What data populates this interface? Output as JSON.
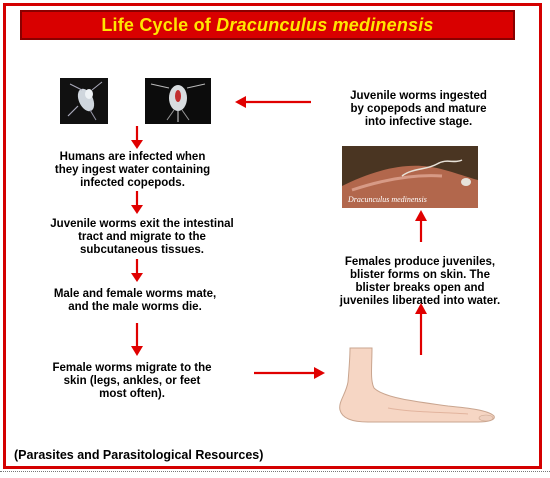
{
  "title": {
    "prefix": "Life Cycle of ",
    "species": "Dracunculus medinensis"
  },
  "steps": {
    "step1": "Humans are infected when\nthey ingest water containing\ninfected copepods.",
    "step2": "Juvenile worms exit the intestinal\ntract and migrate to the\nsubcutaneous tissues.",
    "step3": "Male and female worms mate,\nand the male worms die.",
    "step4": "Female worms migrate to the\nskin (legs, ankles, or feet\nmost often).",
    "step5": "Females produce juveniles,\nblister forms on skin.  The\nblister breaks open and\njuveniles liberated into water.",
    "step6": "Juvenile worms ingested\nby copepods and mature\ninto infective stage."
  },
  "photo_caption": "Dracunculus medinensis",
  "footer": "(Parasites and Parasitological Resources)",
  "colors": {
    "border": "#d40000",
    "title_bg": "#d90000",
    "title_text": "#ffe600",
    "arrow": "#e00000"
  }
}
